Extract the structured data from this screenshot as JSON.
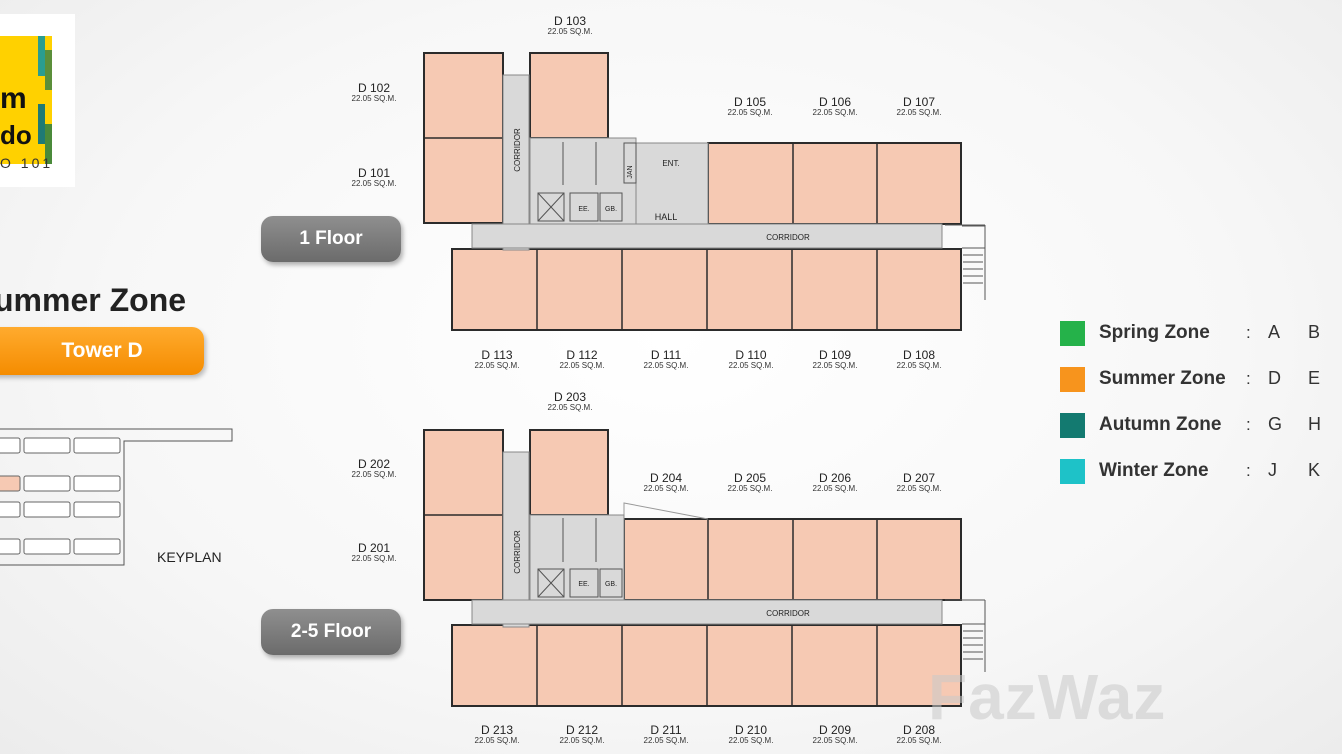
{
  "logo": {
    "line1": "m",
    "line2": "do",
    "sub": "O 101"
  },
  "zone_title": "ummer Zone",
  "tower_label": "Tower D",
  "keyplan_label": "KEYPLAN",
  "floors": [
    {
      "label": "1 Floor",
      "labels": {
        "corridor_v": "CORRIDOR",
        "corridor_h": "CORRIDOR",
        "hall": "HALL",
        "ent": "ENT.",
        "jan": "JAN",
        "ee": "EE.",
        "gb": "GB."
      },
      "units": [
        {
          "name": "D 103",
          "area": "22.05 SQ.M."
        },
        {
          "name": "D 102",
          "area": "22.05 SQ.M."
        },
        {
          "name": "D 101",
          "area": "22.05 SQ.M."
        },
        {
          "name": "D 105",
          "area": "22.05 SQ.M."
        },
        {
          "name": "D 106",
          "area": "22.05 SQ.M."
        },
        {
          "name": "D 107",
          "area": "22.05 SQ.M."
        },
        {
          "name": "D 113",
          "area": "22.05 SQ.M."
        },
        {
          "name": "D 112",
          "area": "22.05 SQ.M."
        },
        {
          "name": "D 111",
          "area": "22.05 SQ.M."
        },
        {
          "name": "D 110",
          "area": "22.05 SQ.M."
        },
        {
          "name": "D 109",
          "area": "22.05 SQ.M."
        },
        {
          "name": "D 108",
          "area": "22.05 SQ.M."
        }
      ]
    },
    {
      "label": "2-5 Floor",
      "labels": {
        "corridor_v": "CORRIDOR",
        "corridor_h": "CORRIDOR",
        "ee": "EE.",
        "gb": "GB."
      },
      "units": [
        {
          "name": "D 203",
          "area": "22.05 SQ.M."
        },
        {
          "name": "D 202",
          "area": "22.05 SQ.M."
        },
        {
          "name": "D 201",
          "area": "22.05 SQ.M."
        },
        {
          "name": "D 204",
          "area": "22.05 SQ.M."
        },
        {
          "name": "D 205",
          "area": "22.05 SQ.M."
        },
        {
          "name": "D 206",
          "area": "22.05 SQ.M."
        },
        {
          "name": "D 207",
          "area": "22.05 SQ.M."
        },
        {
          "name": "D 213",
          "area": "22.05 SQ.M."
        },
        {
          "name": "D 212",
          "area": "22.05 SQ.M."
        },
        {
          "name": "D 211",
          "area": "22.05 SQ.M."
        },
        {
          "name": "D 210",
          "area": "22.05 SQ.M."
        },
        {
          "name": "D 209",
          "area": "22.05 SQ.M."
        },
        {
          "name": "D 208",
          "area": "22.05 SQ.M."
        }
      ]
    }
  ],
  "legend": [
    {
      "zone": "Spring Zone",
      "colon": ":",
      "codes": [
        "A",
        "B"
      ],
      "color": "#25b24a"
    },
    {
      "zone": "Summer Zone",
      "colon": ":",
      "codes": [
        "D",
        "E"
      ],
      "color": "#f7941d"
    },
    {
      "zone": "Autumn Zone",
      "colon": ":",
      "codes": [
        "G",
        "H"
      ],
      "color": "#137a70"
    },
    {
      "zone": "Winter Zone",
      "colon": ":",
      "codes": [
        "J",
        "K"
      ],
      "color": "#1ec2c8"
    }
  ],
  "colors": {
    "room": "#f6c9b3",
    "corridor": "#d9d9d9",
    "wall": "#2b2b2b"
  },
  "watermark": "FazWaz"
}
